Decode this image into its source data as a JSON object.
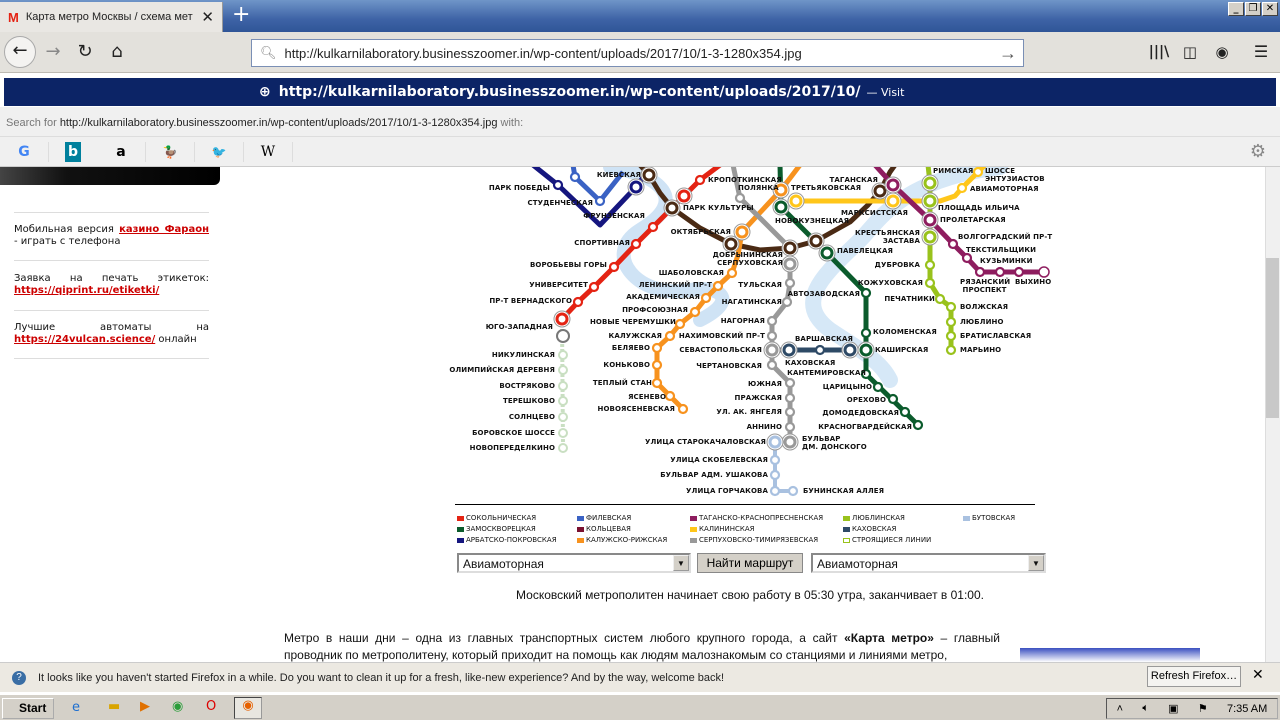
{
  "browser": {
    "tab_title": "Карта метро Москвы / схема мет",
    "url": "http://kulkarnilaboratory.businesszoomer.in/wp-content/uploads/2017/10/1-3-1280x354.jpg",
    "visit_url": "http://kulkarnilaboratory.businesszoomer.in/wp-content/uploads/2017/10/",
    "visit_label": "— Visit",
    "search_for_prefix": "Search for",
    "search_for_suffix": "with:",
    "engines": [
      "G",
      "b",
      "a",
      "🦆",
      "🐦",
      "W"
    ]
  },
  "sidebar": {
    "items": [
      {
        "text_before": "Мобильная версия ",
        "link": "казино Фараон",
        "text_after": " - играть с телефона"
      },
      {
        "text_before": "Заявка на печать этикеток: ",
        "link": "https://qiprint.ru/etiketki/",
        "text_after": ""
      },
      {
        "text_before": "Лучшие автоматы на ",
        "link": "https://24vulcan.science/",
        "text_after": " онлайн"
      }
    ]
  },
  "map": {
    "line_colors": {
      "red": "#e42313",
      "arbat": "#15167f",
      "filev": "#3a62c4",
      "ring": "#4a2a14",
      "orange": "#f7921e",
      "yellow": "#ffc61a",
      "green": "#0b5b2c",
      "grey": "#999999",
      "kakh": "#2e4a66",
      "butovo": "#a9c1e0",
      "lublin": "#99c21c",
      "purple": "#8e1d5f",
      "construction": "#c9dfc2"
    },
    "stations": [
      "КРОПОТКИНСКАЯ",
      "ПОЛЯНКА",
      "ТРЕТЬЯКОВСКАЯ",
      "ТАГАНСКАЯ",
      "РИМСКАЯ",
      "ШОССЕ\nЭНТУЗИАСТОВ",
      "АВИАМОТОРНАЯ",
      "ПАРК ПОБЕДЫ",
      "КИЕВСКАЯ",
      "ПАРК КУЛЬТУРЫ",
      "СТУДЕНЧЕСКАЯ",
      "ФРУНЗЕНСКАЯ",
      "НОВОКУЗНЕЦКАЯ",
      "МАРКСИСТСКАЯ",
      "ПЛОЩАДЬ ИЛЬИЧА",
      "ПРОЛЕТАРСКАЯ",
      "ОКТЯБРЬСКАЯ",
      "КРЕСТЬЯНСКАЯ\n    ЗАСТАВА",
      "ВОЛГОГРАДСКИЙ ПР-Т",
      "СПОРТИВНАЯ",
      "ПАВЕЛЕЦКАЯ",
      "ТЕКСТИЛЬЩИКИ",
      "ДОБРЫНИНСКАЯ",
      "СЕРПУХОВСКАЯ",
      "КУЗЬМИНКИ",
      "ДУБРОВКА",
      "ВОРОБЬЕВЫ ГОРЫ",
      "ШАБОЛОВСКАЯ",
      "РЯЗАНСКИЙ\n ПРОСПЕКТ",
      "ВЫХИНО",
      "ТУЛЬСКАЯ",
      "ЛЕНИНСКИЙ ПР-Т",
      "УНИВЕРСИТЕТ",
      "КОЖУХОВСКАЯ",
      "АВТОЗАВОДСКАЯ",
      "АКАДЕМИЧЕСКАЯ",
      "ПЕЧАТНИКИ",
      "ПР-Т ВЕРНАДСКОГО",
      "НАГАТИНСКАЯ",
      "ВОЛЖСКАЯ",
      "ПРОФСОЮЗНАЯ",
      "НАГОРНАЯ",
      "НОВЫЕ ЧЕРЕМУШКИ",
      "ЛЮБЛИНО",
      "ЮГО-ЗАПАДНАЯ",
      "КОЛОМЕНСКАЯ",
      "КАЛУЖСКАЯ",
      "НАХИМОВСКИЙ ПР-Т",
      "БРАТИСЛАВСКАЯ",
      "ВАРШАВСКАЯ",
      "БЕЛЯЕВО",
      "СЕВАСТОПОЛЬСКАЯ",
      "КАШИРСКАЯ",
      "МАРЬИНО",
      "НИКУЛИНСКАЯ",
      "КАХОВСКАЯ",
      "КОНЬКОВО",
      "ЧЕРТАНОВСКАЯ",
      "ОЛИМПИЙСКАЯ ДЕРЕВНЯ",
      "КАНТЕМИРОВСКАЯ",
      "ТЕПЛЫЙ СТАН",
      "ЮЖНАЯ",
      "ВОСТРЯКОВО",
      "ЦАРИЦЫНО",
      "ЯСЕНЕВО",
      "ПРАЖСКАЯ",
      "ТЕРЕШКОВО",
      "ОРЕХОВО",
      "НОВОЯСЕНЕВСКАЯ",
      "УЛ. АК. ЯНГЕЛЯ",
      "ДОМОДЕДОВСКАЯ",
      "СОЛНЦЕВО",
      "АННИНО",
      "КРАСНОГВАРДЕЙСКАЯ",
      "БОРОВСКОЕ ШОССЕ",
      "УЛИЦА СТАРОКАЧАЛОВСКАЯ",
      "БУЛЬВАР\nДМ. ДОНСКОГО",
      "НОВОПЕРЕДЕЛКИНО",
      "УЛИЦА СКОБЕЛЕВСКАЯ",
      "БУЛЬВАР АДМ. УШАКОВА",
      "УЛИЦА ГОРЧАКОВА",
      "БУНИНСКАЯ АЛЛЕЯ"
    ]
  },
  "legend": [
    {
      "label": "СОКОЛЬНИЧЕСКАЯ",
      "color": "#e42313"
    },
    {
      "label": "ФИЛЕВСКАЯ",
      "color": "#3a62c4"
    },
    {
      "label": "ТАГАНСКО-КРАСНОПРЕСНЕНСКАЯ",
      "color": "#8e1d5f"
    },
    {
      "label": "ЛЮБЛИНСКАЯ",
      "color": "#99c21c"
    },
    {
      "label": "БУТОВСКАЯ",
      "color": "#a9c1e0"
    },
    {
      "label": "ЗАМОСКВОРЕЦКАЯ",
      "color": "#0b5b2c"
    },
    {
      "label": "КОЛЬЦЕВАЯ",
      "color": "#7a1030"
    },
    {
      "label": "КАЛИНИНСКАЯ",
      "color": "#ffc61a"
    },
    {
      "label": "КАХОВСКАЯ",
      "color": "#2e4a66"
    },
    {
      "label": "АРБАТСКО-ПОКРОВСКАЯ",
      "color": "#15167f"
    },
    {
      "label": "КАЛУЖСКО-РИЖСКАЯ",
      "color": "#f7921e"
    },
    {
      "label": "СЕРПУХОВСКО-ТИМИРЯЗЕВСКАЯ",
      "color": "#999999"
    },
    {
      "label": "СТРОЯЩИЕСЯ ЛИНИИ",
      "color": "#ffffff"
    }
  ],
  "route": {
    "from": "Авиамоторная",
    "button": "Найти маршрут",
    "to": "Авиамоторная"
  },
  "hours": "Московский метрополитен начинает свою работу в 05:30 утра, заканчивает в 01:00.",
  "paragraph": {
    "before": "Метро в наши дни – одна из главных транспортных систем любого крупного города, а сайт ",
    "bold": "«Карта метро»",
    "after": " – главный проводник по метрополитену, который приходит на помощь как людям малознакомым со станциями и линиями метро,"
  },
  "notification": {
    "text": "It looks like you haven't started Firefox in a while. Do you want to clean it up for a fresh, like-new experience? And by the way, welcome back!",
    "button": "Refresh Firefox…"
  },
  "taskbar": {
    "start": "Start",
    "clock": "7:35 AM"
  }
}
